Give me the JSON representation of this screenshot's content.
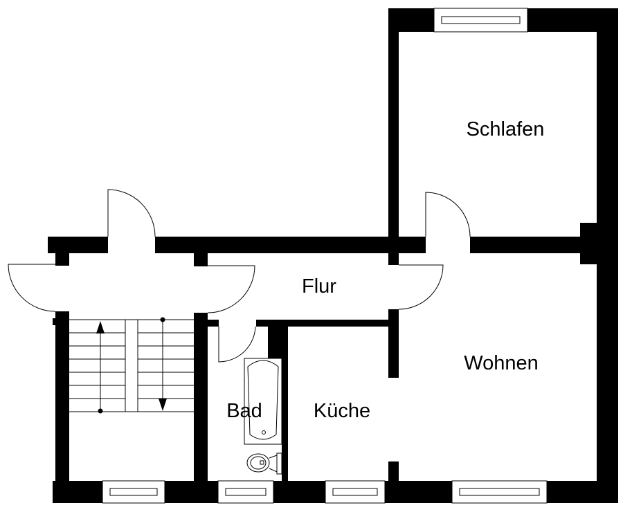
{
  "rooms": {
    "schlafen": "Schlafen",
    "flur": "Flur",
    "wohnen": "Wohnen",
    "kueche": "Küche",
    "bad": "Bad"
  },
  "colors": {
    "wall": "#000000",
    "background": "#ffffff"
  }
}
